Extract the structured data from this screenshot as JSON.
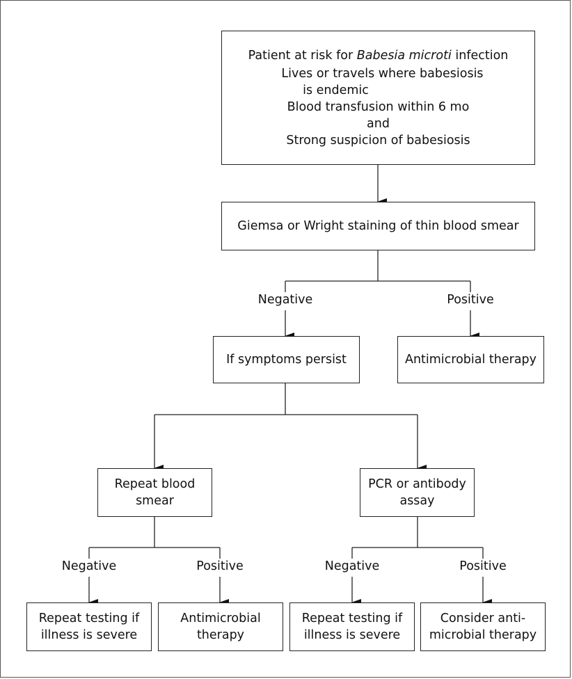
{
  "top": {
    "title_pre": "Patient at risk for ",
    "title_italic": "Babesia microti",
    "title_post": " infection",
    "line1": "Lives or travels where babesiosis",
    "line1b": "is endemic",
    "line2": "Blood transfusion within 6 mo",
    "line3": "and",
    "line4": "Strong suspicion of babesiosis"
  },
  "smear": {
    "label": "Giemsa or Wright staining of thin blood smear"
  },
  "branch1": {
    "negative": "Negative",
    "positive": "Positive"
  },
  "persist": {
    "label": "If symptoms persist"
  },
  "therapy1": {
    "label": "Antimicrobial therapy"
  },
  "repeat_smear": {
    "line1": "Repeat blood",
    "line2": "smear"
  },
  "pcr": {
    "line1": "PCR or antibody",
    "line2": "assay"
  },
  "branch2": {
    "negative": "Negative",
    "positive": "Positive"
  },
  "branch3": {
    "negative": "Negative",
    "positive": "Positive"
  },
  "leaf1": {
    "line1": "Repeat testing if",
    "line2": "illness is severe"
  },
  "leaf2": {
    "line1": "Antimicrobial",
    "line2": "therapy"
  },
  "leaf3": {
    "line1": "Repeat testing if",
    "line2": "illness is severe"
  },
  "leaf4": {
    "line1": "Consider anti-",
    "line2": "microbial therapy"
  }
}
